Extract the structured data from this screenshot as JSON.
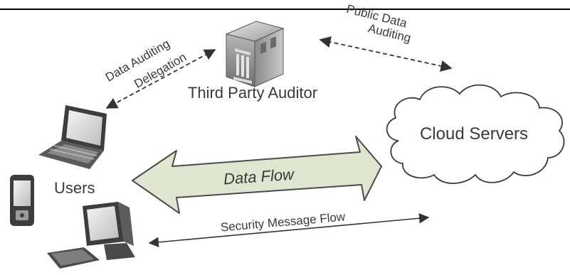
{
  "diagram": {
    "auditor_label": "Third Party Auditor",
    "cloud_label": "Cloud Servers",
    "users_label": "Users",
    "data_flow_label": "Data Flow",
    "delegation_line1": "Data Auditing",
    "delegation_line2": "Delegation",
    "public_line1": "Public Data",
    "public_line2": "Auditing",
    "security_label": "Security Message Flow"
  },
  "colors": {
    "arrow_fill": "#dfe6cf",
    "arrow_stroke": "#4b4b4b",
    "text": "#3a3a3a",
    "device_dark": "#3d3d3d",
    "top_rule": "#000000"
  },
  "icons": [
    "auditor-building-icon",
    "cloud-icon",
    "laptop-icon",
    "mobile-phone-icon",
    "desktop-computer-icon",
    "keyboard-icon"
  ]
}
